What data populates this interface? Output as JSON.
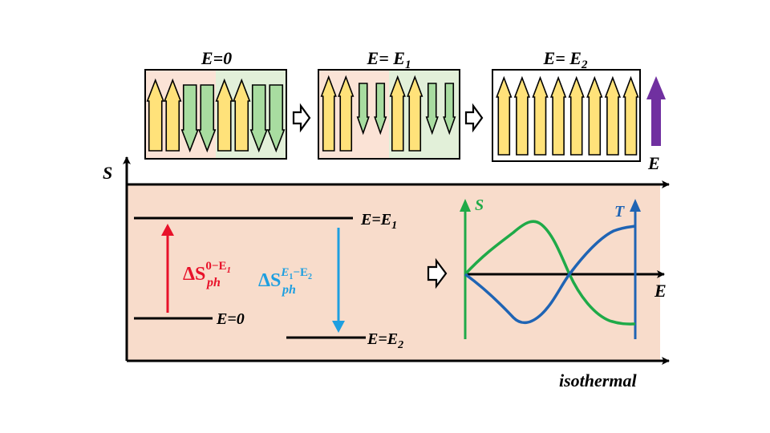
{
  "colors": {
    "up_arrow_fill": "#FFE27A",
    "down_arrow_fill": "#A8DCA0",
    "domain_up_bg": "#FBE3D6",
    "domain_down_bg": "#E2F0D9",
    "field_arrow": "#7030A0",
    "panel_bg": "#F8DCCB",
    "red": "#E8122A",
    "cyan": "#1E9FE0",
    "green": "#1FAA48",
    "blue": "#1F64B4"
  },
  "states": [
    {
      "title_main": "E=0",
      "title_sub": "",
      "pattern": [
        "up",
        "up",
        "down",
        "down",
        "up",
        "up",
        "down",
        "down"
      ]
    },
    {
      "title_main": "E= E",
      "title_sub": "1",
      "pattern": [
        "up",
        "up",
        "down",
        "down",
        "up",
        "up",
        "down",
        "down"
      ]
    },
    {
      "title_main": "E= E",
      "title_sub": "2",
      "pattern": [
        "up",
        "up",
        "up",
        "up",
        "up",
        "up",
        "up",
        "up"
      ]
    }
  ],
  "axes": {
    "s_label": "S",
    "e_label": "E",
    "isothermal_label": "isothermal"
  },
  "levels": [
    {
      "main": "E=E",
      "sub": "1"
    },
    {
      "main": "E=0",
      "sub": ""
    },
    {
      "main": "E=E",
      "sub": "2"
    }
  ],
  "deltas": {
    "d1_base": "ΔS",
    "d1_sub": "ph",
    "d1_sup": "0−E",
    "d1_sup_sub": "1",
    "d2_base": "ΔS",
    "d2_sub": "ph",
    "d2_sup": "E",
    "d2_sup_sub1": "1",
    "d2_sup_mid": "−E",
    "d2_sup_sub2": "2"
  },
  "inset": {
    "s_label": "S",
    "t_label": "T",
    "e_label": "E"
  }
}
